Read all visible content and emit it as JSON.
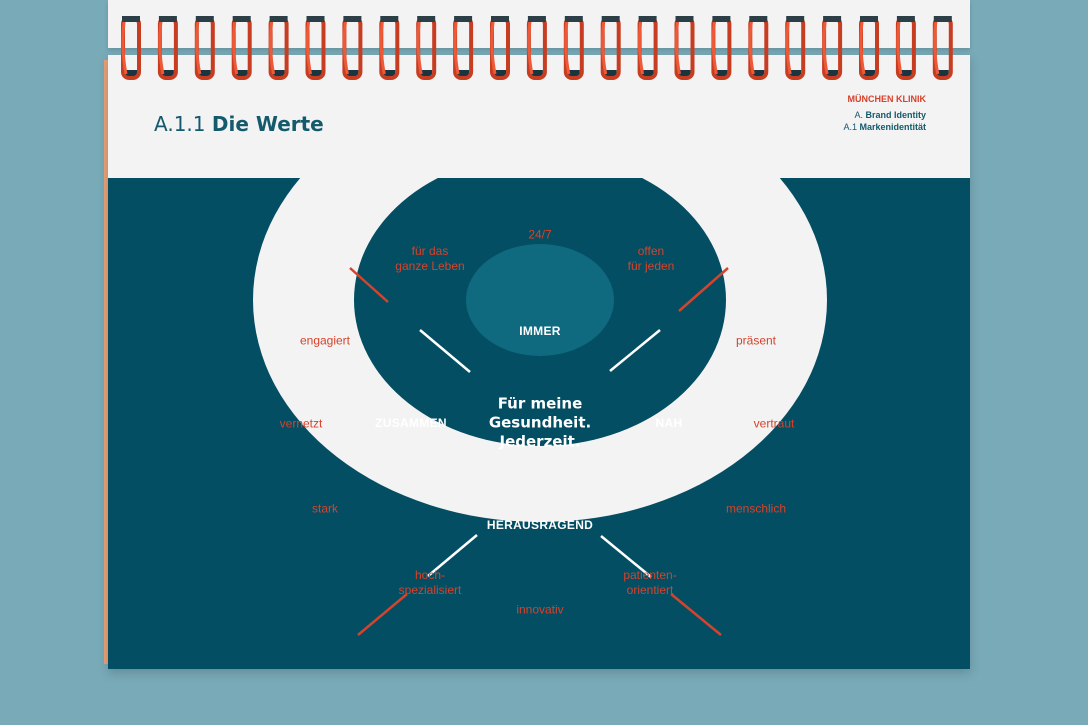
{
  "header": {
    "section_number": "A.1.1",
    "title": "Die Werte",
    "organization": "MÜNCHEN KLINIK",
    "ref_line1_prefix": "A.",
    "ref_line1": "Brand Identity",
    "ref_line2_prefix": "A.1",
    "ref_line2": "Markenidentität"
  },
  "diagram": {
    "center": "Für meine\nGesundheit.\nJederzeit.",
    "inner_values": {
      "top": "IMMER",
      "right": "NAH",
      "bottom": "HERAUSRAGEND",
      "left": "ZUSAMMEN"
    },
    "outer_values": {
      "top": "24/7",
      "top_right": "offen\nfür jeden",
      "right_upper": "präsent",
      "right": "vertraut",
      "right_lower": "menschlich",
      "bottom_right": "patienten-\norientiert",
      "bottom": "innovativ",
      "bottom_left": "hoch-\nspezialisiert",
      "left_lower": "stark",
      "left": "vernetzt",
      "left_upper": "engagiert",
      "top_left": "für das\nganze Leben"
    }
  },
  "colors": {
    "background": "#79aab8",
    "panel": "#034e63",
    "center": "#0f6a80",
    "accent": "#d4432c",
    "paper": "#f3f3f3"
  }
}
